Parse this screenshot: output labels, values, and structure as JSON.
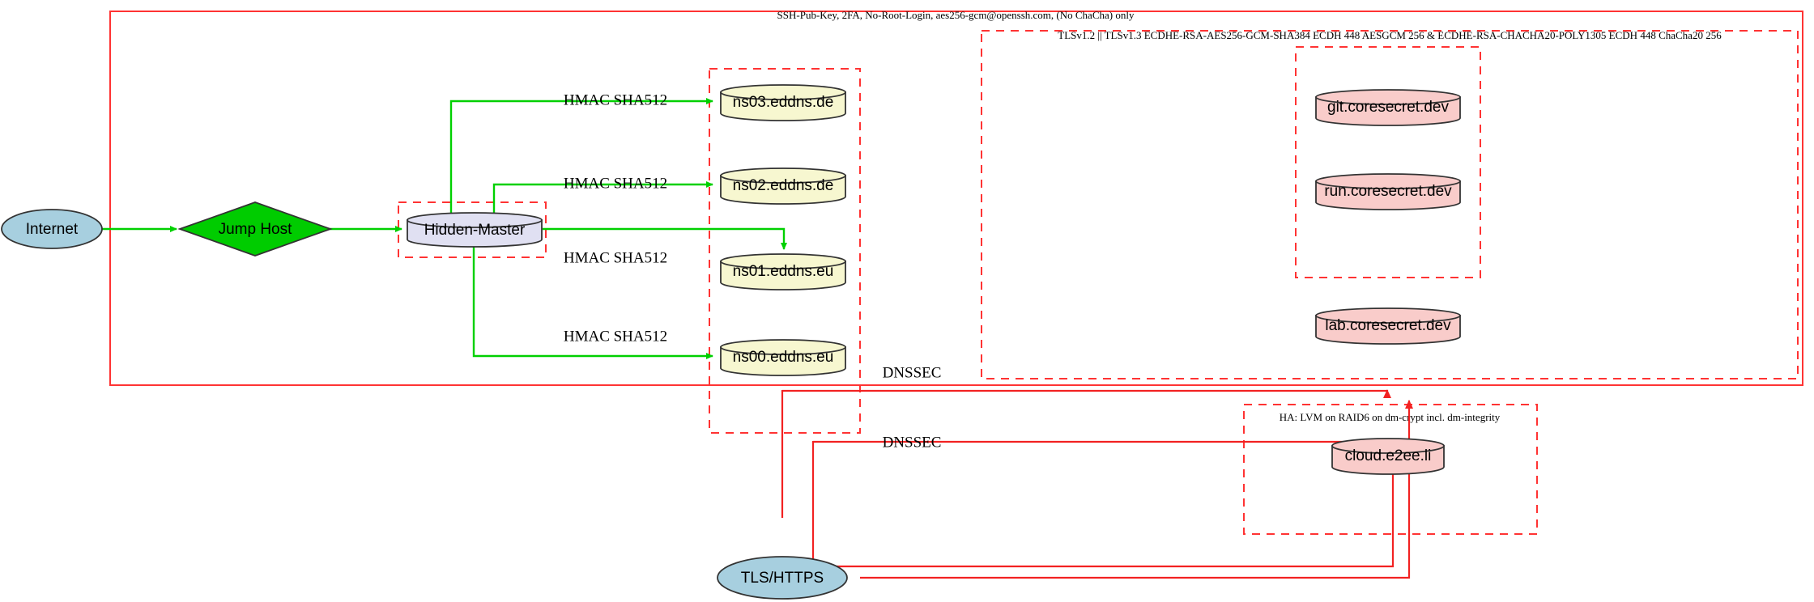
{
  "diagram": {
    "title": "Hidden-Master DNS and service infrastructure",
    "colors": {
      "edge_green": "#00d000",
      "edge_red": "#f22222",
      "cluster_border": "#ff3333",
      "dns_node_fill": "#f7f7d0",
      "master_node_fill": "#e0e0f2",
      "service_node_fill": "#f9ccca",
      "cloud_node_fill": "#a7cfdf",
      "jump_host_fill": "#00cc00"
    },
    "clusters": [
      {
        "id": "ssh-cluster",
        "label": "SSH-Pub-Key, 2FA, No-Root-Login, aes256-gcm@openssh.com, (No ChaCha) only",
        "style": "solid"
      },
      {
        "id": "tls-cluster",
        "label": "TLSv1.2 || TLSv1.3 ECDHE-RSA-AES256-GCM-SHA384 ECDH 448 AESGCM 256 & ECDHE-RSA-CHACHA20-POLY1305 ECDH 448 ChaCha20 256",
        "style": "dashed"
      },
      {
        "id": "ha-cluster",
        "label": "HA: LVM on RAID6 on dm-crypt incl. dm-integrity",
        "style": "dashed"
      },
      {
        "id": "master-cluster",
        "label": "",
        "style": "dashed"
      },
      {
        "id": "dns-cluster",
        "label": "",
        "style": "dashed"
      },
      {
        "id": "coresecret-cluster",
        "label": "",
        "style": "dashed"
      }
    ],
    "nodes": [
      {
        "id": "internet",
        "label": "Internet",
        "shape": "ellipse",
        "fill": "#a7cfdf"
      },
      {
        "id": "jump-host",
        "label": "Jump Host",
        "shape": "diamond",
        "fill": "#00cc00"
      },
      {
        "id": "hidden-master",
        "label": "Hidden-Master",
        "shape": "cylinder",
        "fill": "#e0e0f2"
      },
      {
        "id": "ns03",
        "label": "ns03.eddns.de",
        "shape": "cylinder",
        "fill": "#f7f7d0"
      },
      {
        "id": "ns02",
        "label": "ns02.eddns.de",
        "shape": "cylinder",
        "fill": "#f7f7d0"
      },
      {
        "id": "ns01",
        "label": "ns01.eddns.eu",
        "shape": "cylinder",
        "fill": "#f7f7d0"
      },
      {
        "id": "ns00",
        "label": "ns00.eddns.eu",
        "shape": "cylinder",
        "fill": "#f7f7d0"
      },
      {
        "id": "git",
        "label": "git.coresecret.dev",
        "shape": "cylinder",
        "fill": "#f9ccca"
      },
      {
        "id": "run",
        "label": "run.coresecret.dev",
        "shape": "cylinder",
        "fill": "#f9ccca"
      },
      {
        "id": "lab",
        "label": "lab.coresecret.dev",
        "shape": "cylinder",
        "fill": "#f9ccca"
      },
      {
        "id": "cloud",
        "label": "cloud.e2ee.li",
        "shape": "cylinder",
        "fill": "#f9ccca"
      },
      {
        "id": "tls-https",
        "label": "TLS/HTTPS",
        "shape": "ellipse",
        "fill": "#a7cfdf"
      }
    ],
    "edges": [
      {
        "id": "internet-jump",
        "from": "internet",
        "to": "jump-host",
        "label": "",
        "color": "green"
      },
      {
        "id": "jump-master",
        "from": "jump-host",
        "to": "hidden-master",
        "label": "",
        "color": "green"
      },
      {
        "id": "master-ns03",
        "from": "hidden-master",
        "to": "ns03",
        "label": "HMAC SHA512",
        "color": "green"
      },
      {
        "id": "master-ns02",
        "from": "hidden-master",
        "to": "ns02",
        "label": "HMAC SHA512",
        "color": "green"
      },
      {
        "id": "master-ns01",
        "from": "hidden-master",
        "to": "ns01",
        "label": "HMAC SHA512",
        "color": "green"
      },
      {
        "id": "master-ns00",
        "from": "hidden-master",
        "to": "ns00",
        "label": "HMAC SHA512",
        "color": "green"
      },
      {
        "id": "dnssec-upper",
        "from": "ns-cluster",
        "to": "coresecret-cluster",
        "label": "DNSSEC",
        "color": "red"
      },
      {
        "id": "dnssec-lower",
        "from": "ns-cluster",
        "to": "ha-cluster",
        "label": "DNSSEC",
        "color": "red"
      },
      {
        "id": "tls-coresecret",
        "from": "tls-https",
        "to": "coresecret-cluster",
        "label": "",
        "color": "red"
      },
      {
        "id": "tls-ha",
        "from": "tls-https",
        "to": "ha-cluster",
        "label": "",
        "color": "red"
      }
    ],
    "edge_labels": {
      "hmac": "HMAC SHA512",
      "dnssec": "DNSSEC"
    }
  }
}
